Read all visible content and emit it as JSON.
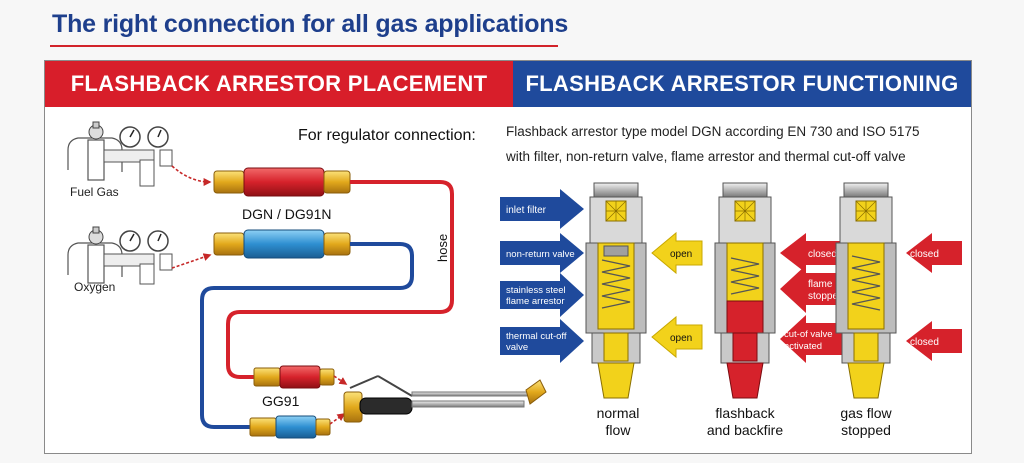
{
  "title": "The right connection for all gas applications",
  "headers": {
    "placement": "FLASHBACK ARRESTOR PLACEMENT",
    "functioning": "FLASHBACK ARRESTOR FUNCTIONING"
  },
  "regulator": {
    "heading": "For regulator connection:",
    "desc_line1": "Flashback arrestor type model DGN according EN 730 and ISO 5175",
    "desc_line2": "with filter, non-return valve, flame arrestor and thermal cut-off valve"
  },
  "placement": {
    "fuel_gas": "Fuel Gas",
    "oxygen": "Oxygen",
    "dgn_label": "DGN / DG91N",
    "hose": "hose",
    "gg91": "GG91"
  },
  "components": {
    "inlet_filter": "inlet filter",
    "non_return": "non-return valve",
    "flame_arrestor_1": "stainless steel",
    "flame_arrestor_2": "flame arrestor",
    "thermal_1": "thermal cut-off",
    "thermal_2": "valve"
  },
  "states": {
    "normal": {
      "line1": "normal",
      "line2": "flow",
      "open_top": "open",
      "open_bottom": "open"
    },
    "flashback": {
      "line1": "flashback",
      "line2": "and backfire",
      "closed": "closed",
      "flame_1": "flame",
      "flame_2": "stopped",
      "cutoff_1": "cut-of valve",
      "cutoff_2": "activated"
    },
    "stopped": {
      "line1": "gas flow",
      "line2": "stopped",
      "closed_top": "closed",
      "closed_bottom": "closed"
    }
  },
  "colors": {
    "red": "#d81e2a",
    "blue": "#1f4a9c",
    "yellow": "#f2d21b",
    "gold": "#e8b423",
    "grey": "#c8c8c8"
  }
}
